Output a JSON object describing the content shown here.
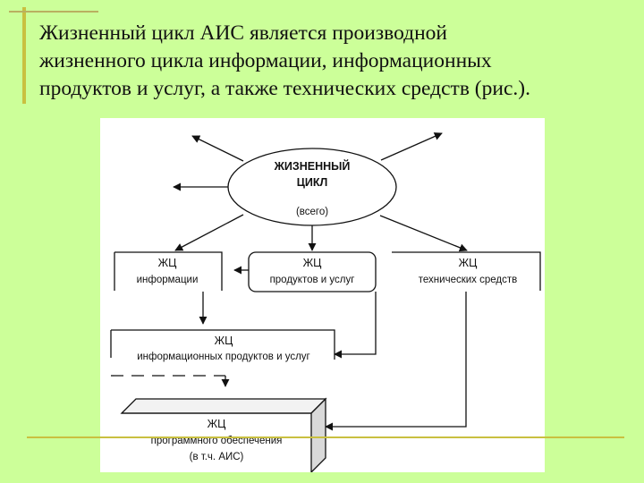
{
  "slide": {
    "title_lines": [
      "Жизненный цикл АИС является производной",
      "жизненного цикла информации, информационных",
      "продуктов и услуг, а также технических средств (рис.)."
    ]
  },
  "diagram": {
    "center": {
      "line1": "ЖИЗНЕННЫЙ",
      "line2": "ЦИКЛ",
      "line3": "(всего)"
    },
    "box_info": {
      "line1": "ЖЦ",
      "line2": "информации"
    },
    "box_products": {
      "line1": "ЖЦ",
      "line2": "продуктов и услуг"
    },
    "box_tech": {
      "line1": "ЖЦ",
      "line2": "технических средств"
    },
    "box_info_products": {
      "line1": "ЖЦ",
      "line2": "информационных продуктов и услуг"
    },
    "box_software": {
      "line1": "ЖЦ",
      "line2": "программного обеспечения",
      "line3": "(в т.ч. АИС)"
    }
  }
}
